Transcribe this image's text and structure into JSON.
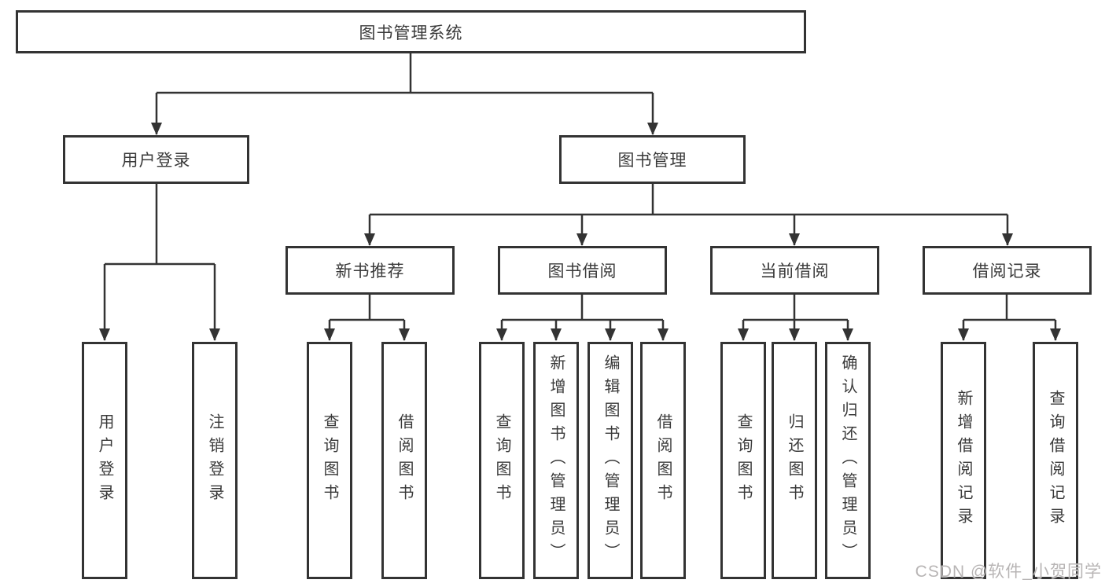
{
  "diagram": {
    "title": "图书管理系统",
    "level1": [
      {
        "label": "用户登录"
      },
      {
        "label": "图书管理"
      }
    ],
    "level2": [
      {
        "label": "新书推荐"
      },
      {
        "label": "图书借阅"
      },
      {
        "label": "当前借阅"
      },
      {
        "label": "借阅记录"
      }
    ],
    "leaves": {
      "login": [
        {
          "label": "用户登录"
        },
        {
          "label": "注销登录"
        }
      ],
      "recommend": [
        {
          "label": "查询图书"
        },
        {
          "label": "借阅图书"
        }
      ],
      "borrow": [
        {
          "label": "查询图书"
        },
        {
          "label": "新增图书（管理员）"
        },
        {
          "label": "编辑图书（管理员）"
        },
        {
          "label": "借阅图书"
        }
      ],
      "current": [
        {
          "label": "查询图书"
        },
        {
          "label": "归还图书"
        },
        {
          "label": "确认归还（管理员）"
        }
      ],
      "records": [
        {
          "label": "新增借阅记录"
        },
        {
          "label": "查询借阅记录"
        }
      ]
    },
    "watermark": "CSDN @软件_小贺同学",
    "colors": {
      "line": "#333333",
      "box_border": "#333333",
      "text": "#3a3a3a",
      "watermark": "#b8b5b5",
      "background": "#ffffff"
    }
  }
}
